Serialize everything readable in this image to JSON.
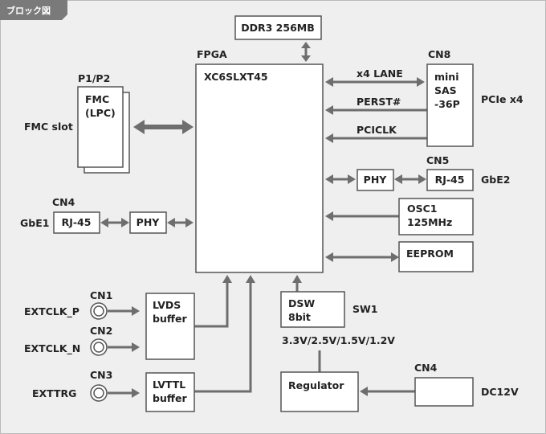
{
  "tab_title": "ブロック図",
  "blocks": {
    "ddr3": "DDR3 256MB",
    "fpga_label": "FPGA",
    "fpga_part": "XC6SLXT45",
    "fmc_connector": "P1/P2",
    "fmc_line1": "FMC",
    "fmc_line2": "(LPC)",
    "fmc_slot": "FMC slot",
    "cn8": "CN8",
    "sas_line1": "mini",
    "sas_line2": "SAS",
    "sas_line3": "-36P",
    "pcie": "PCIe x4",
    "cn5": "CN5",
    "phy_right": "PHY",
    "rj45_right": "RJ-45",
    "gbe2": "GbE2",
    "cn4_left": "CN4",
    "gbe1": "GbE1",
    "rj45_left": "RJ-45",
    "phy_left": "PHY",
    "osc_line1": "OSC1",
    "osc_line2": "125MHz",
    "eeprom": "EEPROM",
    "cn1": "CN1",
    "extclk_p": "EXTCLK_P",
    "cn2": "CN2",
    "extclk_n": "EXTCLK_N",
    "cn3": "CN3",
    "exttrg": "EXTTRG",
    "lvds_line1": "LVDS",
    "lvds_line2": "buffer",
    "lvttl_line1": "LVTTL",
    "lvttl_line2": "buffer",
    "dsw_line1": "DSW",
    "dsw_line2": "8bit",
    "sw1": "SW1",
    "voltages": "3.3V/2.5V/1.5V/1.2V",
    "regulator": "Regulator",
    "cn4_power": "CN4",
    "dc12v": "DC12V"
  },
  "signals": {
    "x4_lane": "x4 LANE",
    "perst": "PERST#",
    "pciclk": "PCICLK"
  },
  "colors": {
    "background": "#efefef",
    "tab": "#7a7a7a",
    "wire": "#6e6e6e",
    "box_border": "#555555"
  }
}
